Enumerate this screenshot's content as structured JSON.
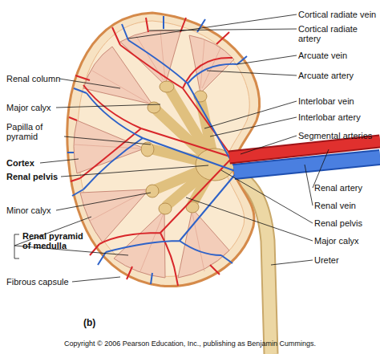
{
  "diagram": {
    "caption": "Copyright © 2006 Pearson Education, Inc., publishing as Benjamin Cummings.",
    "labels": [
      "Cortical radiate vein",
      "Cortical radiate artery",
      "Arcuate vein",
      "Arcuate artery",
      "Interlobar vein",
      "Interlobar artery",
      "Segmental arteries",
      "Renal artery",
      "Renal vein",
      "Renal pelvis",
      "Major calyx",
      "Ureter",
      "Renal column",
      "Major calyx",
      "Papilla of pyramid",
      "Cortex",
      "Renal pelvis",
      "Minor calyx",
      "Renal pyramid of medulla",
      "Fibrous capsule",
      "(b)"
    ]
  }
}
